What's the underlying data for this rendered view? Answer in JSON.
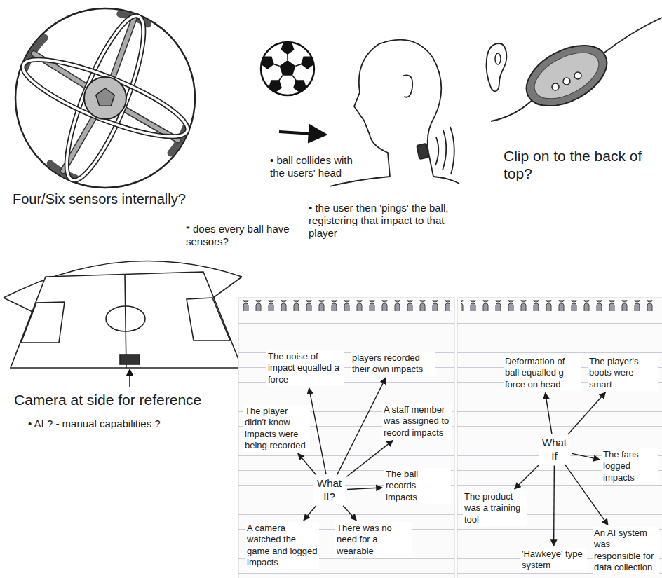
{
  "diagram": {
    "nodes": [
      {
        "text": [
          "What If?"
        ]
      },
      {
        "text": [
          "The noise of impact equalled a force"
        ]
      },
      {
        "text": [
          "players recorded their own impacts"
        ]
      },
      {
        "text": [
          "The player didn't know impacts were being recorded"
        ]
      },
      {
        "text": [
          "A staff member was assigned to record impacts"
        ]
      },
      {
        "text": [
          "The ball records impacts"
        ]
      },
      {
        "text": [
          "A camera watched the game and logged impacts"
        ]
      },
      {
        "text": [
          "There was no need for a wearable"
        ]
      },
      {
        "text": [
          "What If"
        ]
      },
      {
        "text": [
          "Deformation of ball equalled g force on head"
        ]
      },
      {
        "text": [
          "The player's boots were smart"
        ]
      },
      {
        "text": [
          "The fans logged impacts"
        ]
      },
      {
        "text": [
          "The product was a training tool"
        ]
      },
      {
        "text": [
          "'Hawkeye' type system"
        ]
      },
      {
        "text": [
          "An AI system was responsible for data collection"
        ]
      }
    ],
    "edges": [
      {
        "from": 0,
        "to": 1,
        "arrow": "to"
      },
      {
        "from": 0,
        "to": 2,
        "arrow": "to"
      },
      {
        "from": 0,
        "to": 3,
        "arrow": "to"
      },
      {
        "from": 0,
        "to": 4,
        "arrow": "to"
      },
      {
        "from": 0,
        "to": 5,
        "arrow": "to"
      },
      {
        "from": 0,
        "to": 6,
        "arrow": "to"
      },
      {
        "from": 0,
        "to": 7,
        "arrow": "to"
      },
      {
        "from": 8,
        "to": 9,
        "arrow": "to"
      },
      {
        "from": 8,
        "to": 10,
        "arrow": "to"
      },
      {
        "from": 8,
        "to": 11,
        "arrow": "to"
      },
      {
        "from": 8,
        "to": 12,
        "arrow": "to"
      },
      {
        "from": 8,
        "to": 13,
        "arrow": "to"
      },
      {
        "from": 8,
        "to": 14,
        "arrow": "to"
      }
    ],
    "labels": [
      "Four/Six sensors internally?",
      "• ball collides with the users' head",
      "• the user then 'pings' the ball, registering that impact to that player",
      "* does every ball have sensors?",
      "Clip on to the back of top?",
      "Camera at side for reference",
      "• AI ? - manual capabilities ?"
    ]
  }
}
